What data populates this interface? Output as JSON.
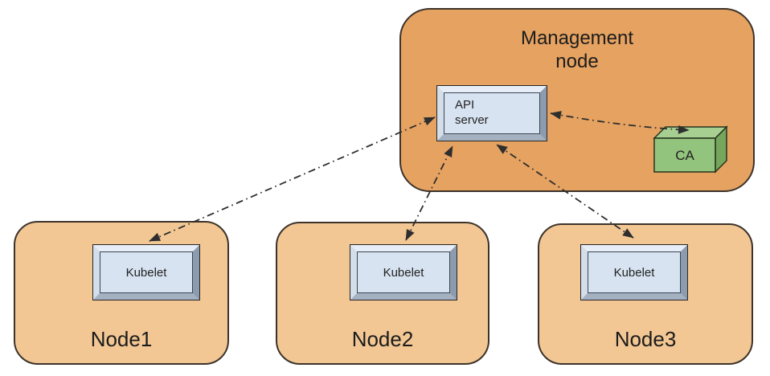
{
  "colors": {
    "management_fill": "#e5a261",
    "node_fill": "#f2c794",
    "box_border": "#3d332a",
    "bevel_face": "#d7e3f1",
    "bevel_top": "#e8eef7",
    "bevel_left": "#d3deeb",
    "bevel_right": "#8c9bad",
    "bevel_bottom": "#a4b1c1",
    "ca_front": "#93c47d",
    "ca_top": "#a7cf92",
    "ca_side": "#76a65c",
    "arrow": "#2e2e2e",
    "text": "#1c1c1c"
  },
  "management_node": {
    "label_line1": "Management",
    "label_line2": "node",
    "api_server": {
      "label_line1": "API",
      "label_line2": "server"
    },
    "ca": {
      "label": "CA"
    }
  },
  "nodes": [
    {
      "label": "Node1",
      "component_label": "Kubelet"
    },
    {
      "label": "Node2",
      "component_label": "Kubelet"
    },
    {
      "label": "Node3",
      "component_label": "Kubelet"
    }
  ],
  "connections": [
    {
      "from": "API server",
      "to": "Kubelet (Node1)",
      "style": "dash-dot",
      "bidirectional": true
    },
    {
      "from": "API server",
      "to": "Kubelet (Node2)",
      "style": "dash-dot",
      "bidirectional": true
    },
    {
      "from": "API server",
      "to": "Kubelet (Node3)",
      "style": "dash-dot",
      "bidirectional": true
    },
    {
      "from": "API server",
      "to": "CA",
      "style": "dash-dot",
      "bidirectional": true
    }
  ]
}
